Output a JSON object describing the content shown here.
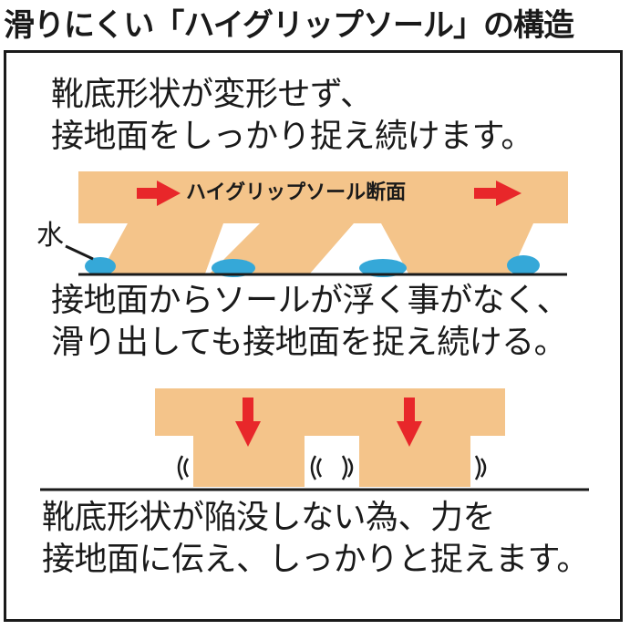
{
  "title": "滑りにくい「ハイグリップソール」の構造",
  "section1": {
    "line1": "靴底形状が変形せず、",
    "line2": "接地面をしっかり捉え続けます。"
  },
  "diagram1": {
    "label": "ハイグリップソール断面",
    "water_label": "水"
  },
  "section2": {
    "line1": "接地面からソールが浮く事がなく、",
    "line2": "滑り出しても接地面を捉え続ける。"
  },
  "section3": {
    "line1": "靴底形状が陥没しない為、力を",
    "line2": "接地面に伝え、しっかりと捉えます。"
  },
  "colors": {
    "sole": "#f4c48a",
    "arrow": "#e8272a",
    "water": "#35a8d8",
    "line": "#1a1a1a"
  }
}
